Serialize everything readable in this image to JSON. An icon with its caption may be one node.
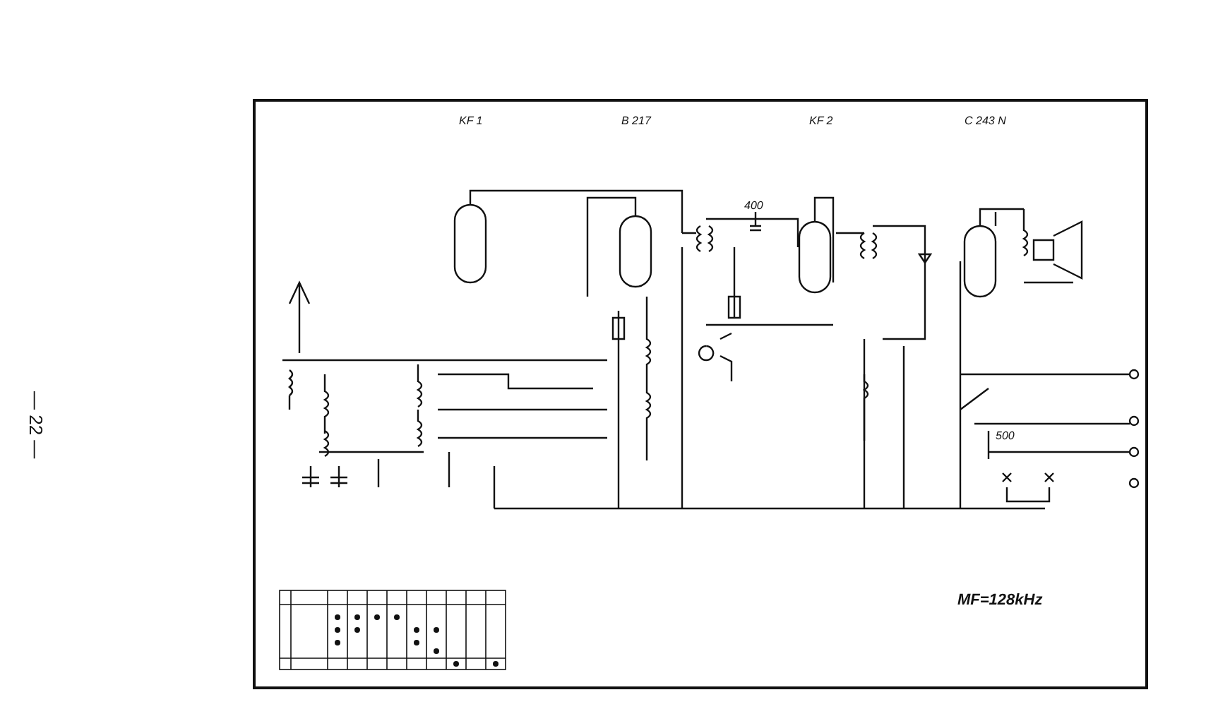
{
  "diagram": {
    "labels": [
      "KF 1",
      "B 217",
      "KF 2",
      "C 243 N",
      "400",
      "500",
      "MF=128kHz",
      "— 22 —"
    ]
  }
}
